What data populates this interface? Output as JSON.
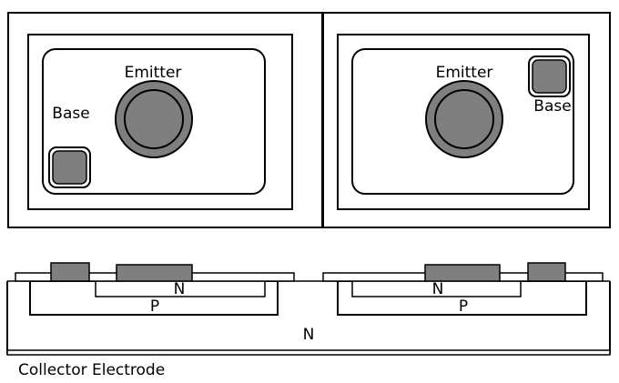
{
  "labels": {
    "emitter": "Emitter",
    "base": "Base",
    "n": "N",
    "p": "P",
    "collector_electrode": "Collector Electrode"
  },
  "colors": {
    "stroke": "#000000",
    "metal_fill": "#7f7f7f",
    "background": "#ffffff"
  }
}
